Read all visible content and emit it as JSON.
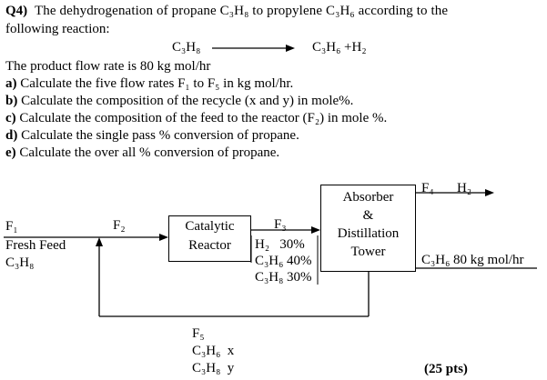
{
  "question": {
    "number": "Q4)",
    "intro_line1": "The dehydrogenation of propane C₃H₈ to propylene C₃H₆ according to the",
    "intro_line2": "following reaction:",
    "reaction": {
      "reactant": "C₃H₈",
      "products": "C₃H₆ +H₂"
    },
    "given": "The product flow rate is 80 kg mol/hr",
    "parts": [
      {
        "label": "a)",
        "text": "Calculate the five flow rates F₁ to F₅ in kg mol/hr."
      },
      {
        "label": "b)",
        "text": "Calculate the composition of the recycle (x and y) in mole%."
      },
      {
        "label": "c)",
        "text": "Calculate the composition of the feed to the reactor (F₂) in mole %."
      },
      {
        "label": "d)",
        "text": "Calculate the single pass % conversion of propane."
      },
      {
        "label": "e)",
        "text": "Calculate the over all % conversion of propane."
      }
    ],
    "points": "(25 pts)"
  },
  "diagram": {
    "feed": {
      "stream": "F₁",
      "label": "Fresh Feed",
      "component": "C₃H₈"
    },
    "reactor_inlet": "F₂",
    "reactor": {
      "line1": "Catalytic",
      "line2": "Reactor"
    },
    "reactor_outlet": {
      "stream": "F₃",
      "compositions": [
        "H₂   30%",
        "C₃H₆ 40%",
        "C₃H₈ 30%"
      ]
    },
    "separator": {
      "line1": "Absorber",
      "line2": "&",
      "line3": "Distillation",
      "line4": "Tower"
    },
    "top_product": {
      "stream": "F₄",
      "component": "H₂"
    },
    "bottom_product": {
      "component": "C₃H₆",
      "flow": "80 kg mol/hr"
    },
    "recycle": {
      "stream": "F₅",
      "component_1": "C₃H₆  x",
      "component_2": "C₃H₈  y"
    }
  }
}
